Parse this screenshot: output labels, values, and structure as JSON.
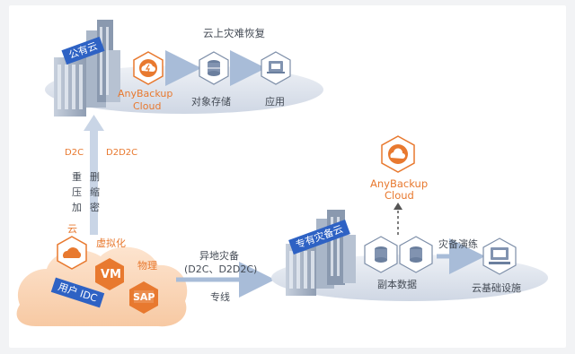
{
  "cloud_top": {
    "badge": "公有云",
    "title": "云上灾难恢复",
    "anybackup_line1": "AnyBackup",
    "anybackup_line2": "Cloud",
    "storage_label": "对象存储",
    "app_label": "应用"
  },
  "link_left": {
    "d2c": "D2C",
    "d2d2c": "D2D2C",
    "dedup": "重删",
    "compress": "压缩",
    "encrypt": "加密"
  },
  "idc": {
    "badge": "用户 IDC",
    "cloud_label": "云",
    "virtual_label": "虚拟化",
    "physical_label": "物理",
    "vm_text": "VM",
    "sap_text": "SAP"
  },
  "link_mid": {
    "line1": "异地灾备",
    "line2": "(D2C、D2D2C)",
    "line3": "专线"
  },
  "cloud_right": {
    "badge": "专有灾备云",
    "anybackup_line1": "AnyBackup",
    "anybackup_line2": "Cloud",
    "replica_label": "副本数据",
    "drill_label": "灾备演练",
    "infra_label": "云基础设施"
  },
  "colors": {
    "orange": "#e8792f",
    "blue": "#2e62c4",
    "platform": "#d9dfe9",
    "arrow": "#a8bcd8"
  }
}
